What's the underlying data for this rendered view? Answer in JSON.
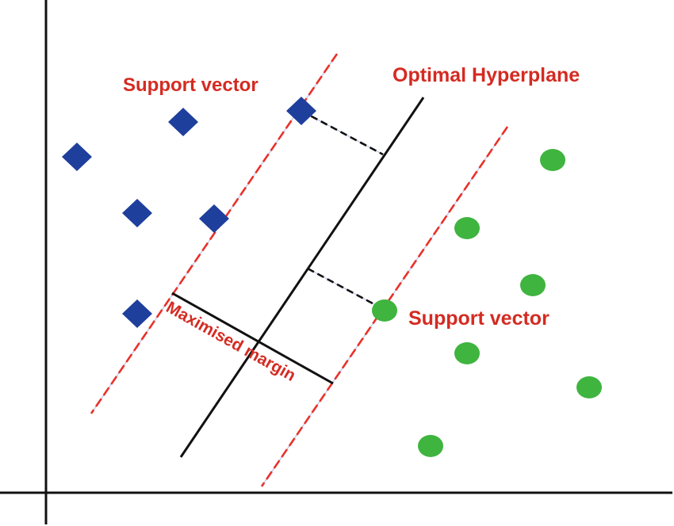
{
  "labels": {
    "support_vector_top": "Support vector",
    "optimal_hyperplane": "Optimal Hyperplane",
    "support_vector_bottom": "Support vector",
    "maximised_margin": "Maximised margin"
  },
  "colors": {
    "background": "#ffffff",
    "axis": "#111111",
    "hyperplane": "#111111",
    "margin_line": "#e8312a",
    "label": "#d42b22",
    "class_a": "#1f3f9c",
    "class_b": "#3fb43f"
  },
  "points": {
    "class_a_shape": "diamond",
    "class_b_shape": "circle"
  }
}
